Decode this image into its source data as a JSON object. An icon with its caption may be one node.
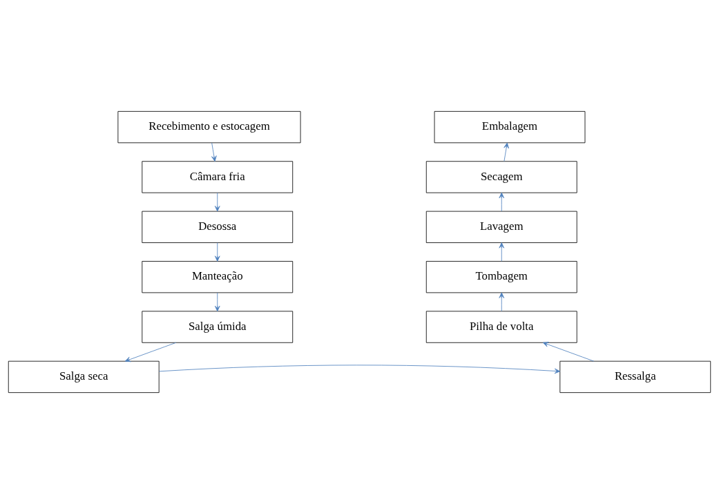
{
  "diagram": {
    "nodes": [
      {
        "text": [
          "Recebimento e estocagem"
        ]
      },
      {
        "text": [
          "Câmara fria"
        ]
      },
      {
        "text": [
          "Desossa"
        ]
      },
      {
        "text": [
          "Manteação"
        ]
      },
      {
        "text": [
          "Salga úmida"
        ]
      },
      {
        "text": [
          "Salga seca"
        ]
      },
      {
        "text": [
          "Ressalga"
        ]
      },
      {
        "text": [
          "Pilha de volta"
        ]
      },
      {
        "text": [
          "Tombagem"
        ]
      },
      {
        "text": [
          "Lavagem"
        ]
      },
      {
        "text": [
          "Secagem"
        ]
      },
      {
        "text": [
          "Embalagem"
        ]
      }
    ],
    "edges": [
      {
        "from": 0,
        "to": 1,
        "arrow": "to"
      },
      {
        "from": 1,
        "to": 2,
        "arrow": "to"
      },
      {
        "from": 2,
        "to": 3,
        "arrow": "to"
      },
      {
        "from": 3,
        "to": 4,
        "arrow": "to"
      },
      {
        "from": 4,
        "to": 5,
        "arrow": "to"
      },
      {
        "from": 5,
        "to": 6,
        "arrow": "to"
      },
      {
        "from": 6,
        "to": 7,
        "arrow": "to"
      },
      {
        "from": 7,
        "to": 8,
        "arrow": "to"
      },
      {
        "from": 8,
        "to": 9,
        "arrow": "to"
      },
      {
        "from": 9,
        "to": 10,
        "arrow": "to"
      },
      {
        "from": 10,
        "to": 11,
        "arrow": "to"
      }
    ]
  }
}
